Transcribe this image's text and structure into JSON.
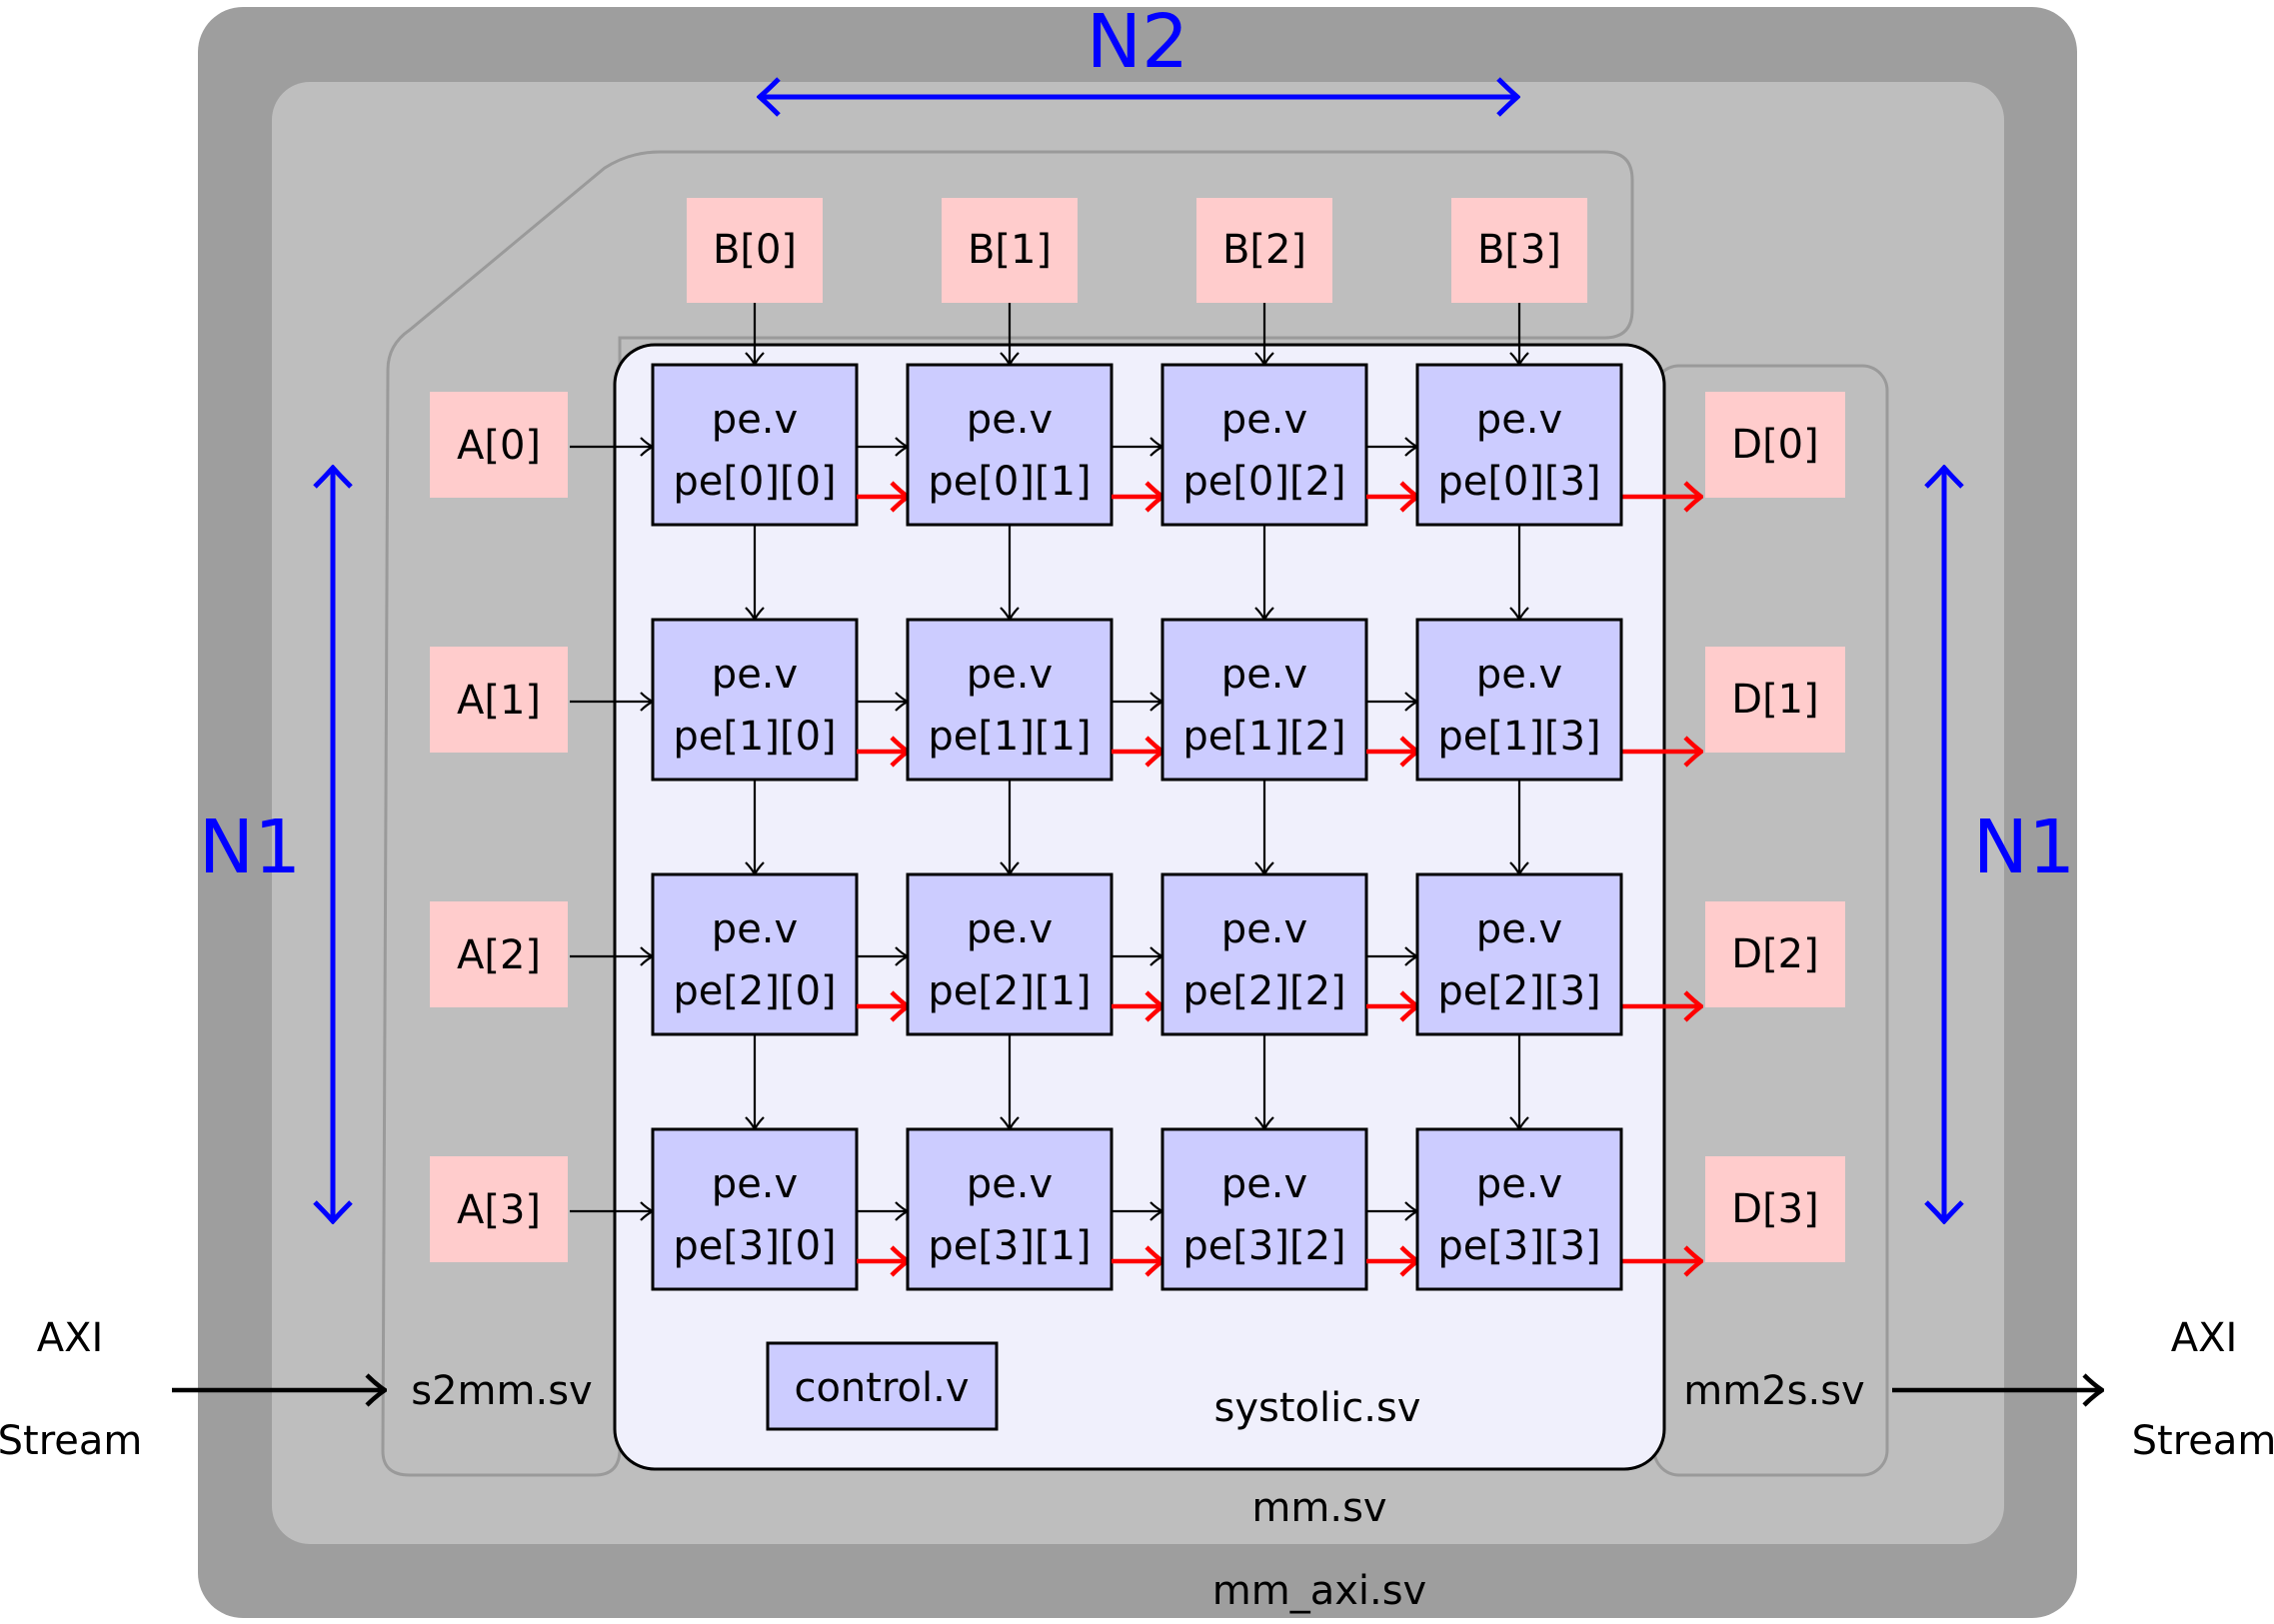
{
  "modules": {
    "outer": "mm_axi.sv",
    "mid": "mm.sv",
    "core": "systolic.sv",
    "in": "s2mm.sv",
    "out": "mm2s.sv",
    "control": "control.v"
  },
  "axi": {
    "in": [
      "AXI",
      "Stream"
    ],
    "out": [
      "AXI",
      "Stream"
    ]
  },
  "dims": {
    "n2": "N2",
    "n1_left": "N1",
    "n1_right": "N1"
  },
  "inputs_a": [
    "A[0]",
    "A[1]",
    "A[2]",
    "A[3]"
  ],
  "inputs_b": [
    "B[0]",
    "B[1]",
    "B[2]",
    "B[3]"
  ],
  "outputs_d": [
    "D[0]",
    "D[1]",
    "D[2]",
    "D[3]"
  ],
  "pe_type": "pe.v",
  "pe": [
    [
      "pe[0][0]",
      "pe[0][1]",
      "pe[0][2]",
      "pe[0][3]"
    ],
    [
      "pe[1][0]",
      "pe[1][1]",
      "pe[1][2]",
      "pe[1][3]"
    ],
    [
      "pe[2][0]",
      "pe[2][1]",
      "pe[2][2]",
      "pe[2][3]"
    ],
    [
      "pe[3][0]",
      "pe[3][1]",
      "pe[3][2]",
      "pe[3][3]"
    ]
  ],
  "colors": {
    "outer": "#9e9e9e",
    "mid": "#bebebe",
    "core_fill": "#f0f0fc",
    "pe_fill": "#ccccff",
    "io_fill": "#ffcccc",
    "dim": "#0000ff",
    "result_arrow": "#ff0000"
  }
}
